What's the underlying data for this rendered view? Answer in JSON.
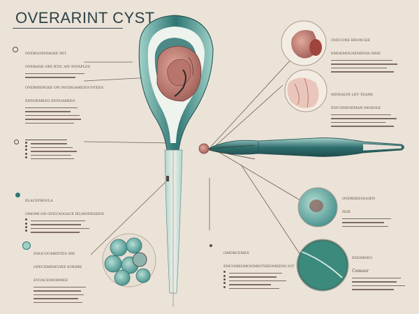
{
  "title": "OVERARINT CYST",
  "colors": {
    "background": "#ebe3d8",
    "teal_dark": "#2c6e6c",
    "teal_light": "#8fc5bb",
    "tissue": "#c9857a",
    "ink": "#5c4a44"
  },
  "labels": {
    "left1_heading": "OVERGOENMGEE INT",
    "left1_sub": "OVERANE ORY BTIC AIV INVAPLES",
    "left2_heading": "OVERMENGEE ON INVIDGAMEIOUNTEES",
    "left2_sub": "ENVOEMEEO ENVGAMIEO",
    "left4_heading": "ELACEPROVLA",
    "left4_sub": "OMOMI ON OVECAOGACE IELMONESEEN",
    "left5_heading": "ENOCOUMENTES SIN",
    "left5_sub": "OPECEMINEVIEE IONIME",
    "left5_sub2": "EVOACEMOMMEE",
    "right1_heading": "OVECONE BEONCEE",
    "right1_sub": "EMOEMOLNEMENIA SINE",
    "right2_heading": "MIVEALVE LEV TEANE",
    "right2_sub": "ENCOMEOEMAN MODOLE",
    "right3_heading": "OVERHEENGOEN",
    "right3_sub": "NOE",
    "bottom_mid_heading": "OMORCEMES",
    "bottom_mid_sub": "ENCOMEOMOSIMIOTHEOMEENS IOT",
    "bottom_right_heading": "ENOMOEO",
    "bottom_right_sub": "Cemoer"
  }
}
